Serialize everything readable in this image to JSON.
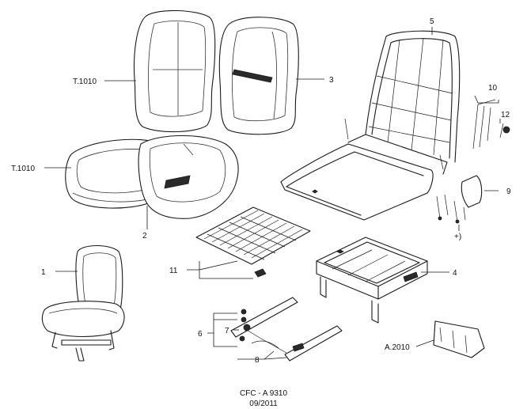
{
  "callouts": {
    "t1010_upper": "T.1010",
    "t1010_lower": "T.1010",
    "part_1": "1",
    "part_2": "2",
    "part_3": "3",
    "part_4": "4",
    "part_5": "5",
    "part_6": "6",
    "part_7": "7",
    "part_8": "8",
    "part_9": "9",
    "part_10": "10",
    "part_11": "11",
    "part_12": "12",
    "note_plus": "+)",
    "a2010": "A.2010"
  },
  "footer": {
    "doc_code": "CFC - A 9310",
    "date": "09/2011"
  }
}
